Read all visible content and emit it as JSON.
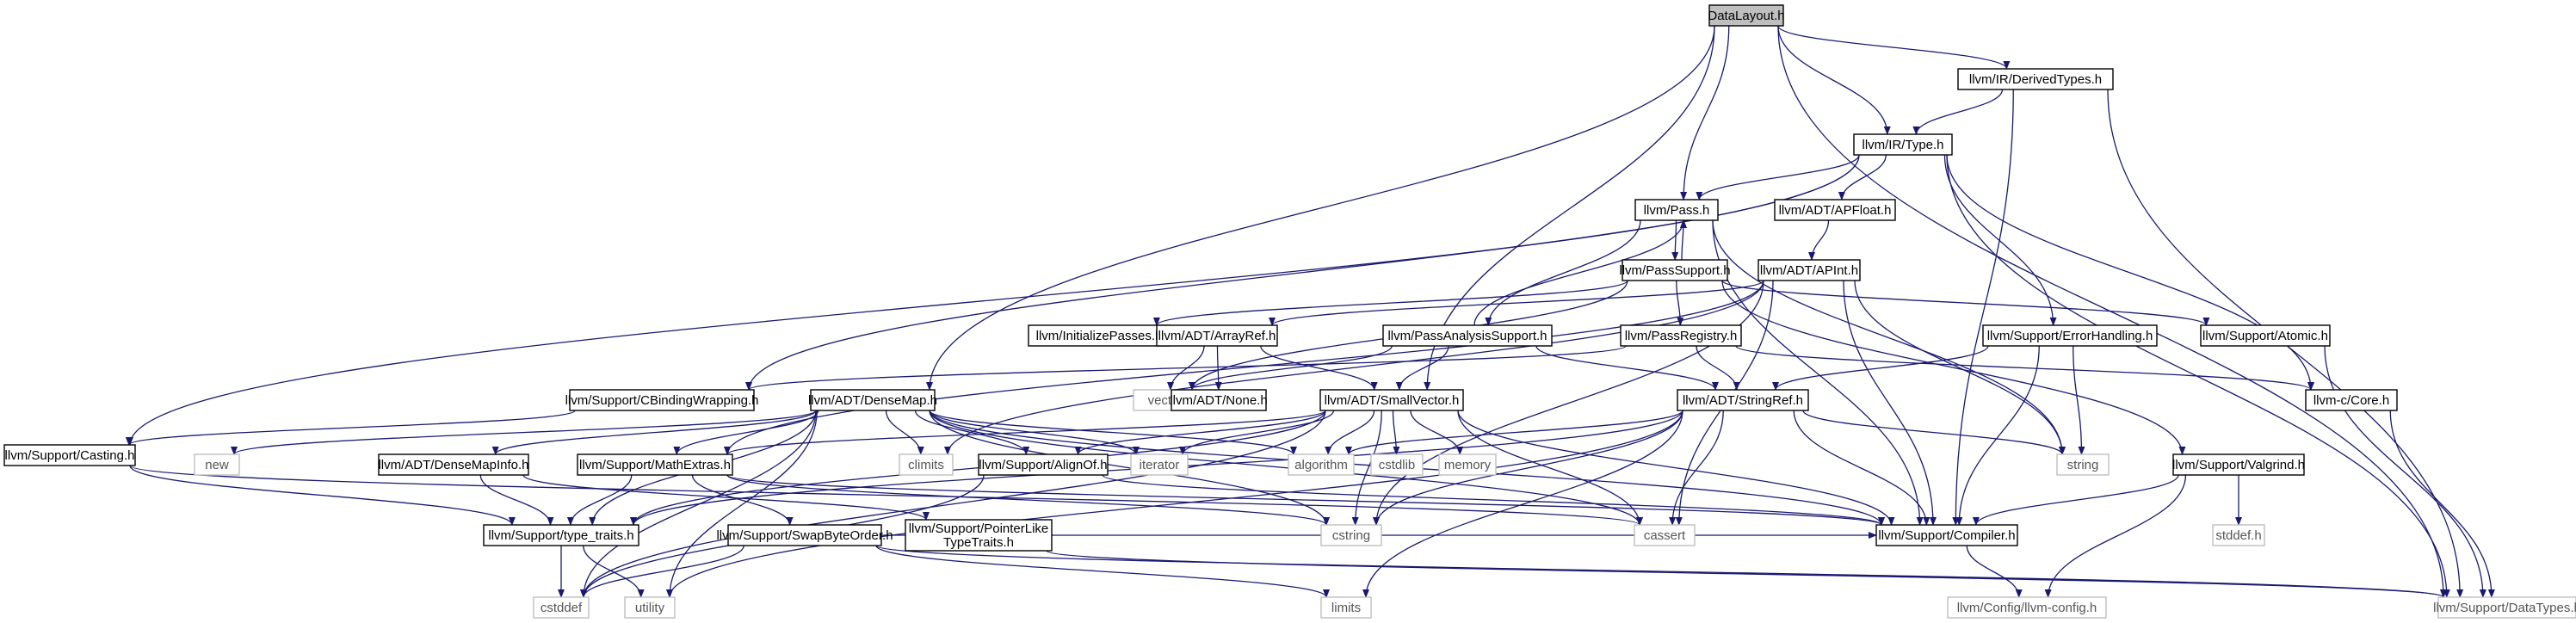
{
  "graph": {
    "root": "DataLayout.h",
    "nodes": [
      {
        "id": "DataLayout",
        "label": "DataLayout.h",
        "kind": "root"
      },
      {
        "id": "DerivedTypes",
        "label": "llvm/IR/DerivedTypes.h",
        "kind": "header"
      },
      {
        "id": "Type",
        "label": "llvm/IR/Type.h",
        "kind": "header"
      },
      {
        "id": "Pass",
        "label": "llvm/Pass.h",
        "kind": "header"
      },
      {
        "id": "APFloat",
        "label": "llvm/ADT/APFloat.h",
        "kind": "header"
      },
      {
        "id": "PassSupport",
        "label": "llvm/PassSupport.h",
        "kind": "header"
      },
      {
        "id": "APInt",
        "label": "llvm/ADT/APInt.h",
        "kind": "header"
      },
      {
        "id": "InitializePasses",
        "label": "llvm/InitializePasses.h",
        "kind": "header"
      },
      {
        "id": "ArrayRef",
        "label": "llvm/ADT/ArrayRef.h",
        "kind": "header"
      },
      {
        "id": "PassAnalysisSupport",
        "label": "llvm/PassAnalysisSupport.h",
        "kind": "header"
      },
      {
        "id": "PassRegistry",
        "label": "llvm/PassRegistry.h",
        "kind": "header"
      },
      {
        "id": "ErrorHandling",
        "label": "llvm/Support/ErrorHandling.h",
        "kind": "header"
      },
      {
        "id": "Atomic",
        "label": "llvm/Support/Atomic.h",
        "kind": "header"
      },
      {
        "id": "vector",
        "label": "vector",
        "kind": "system"
      },
      {
        "id": "None",
        "label": "llvm/ADT/None.h",
        "kind": "header"
      },
      {
        "id": "CBindingWrapping",
        "label": "llvm/Support/CBindingWrapping.h",
        "kind": "header"
      },
      {
        "id": "DenseMap",
        "label": "llvm/ADT/DenseMap.h",
        "kind": "header"
      },
      {
        "id": "SmallVector",
        "label": "llvm/ADT/SmallVector.h",
        "kind": "header"
      },
      {
        "id": "StringRef",
        "label": "llvm/ADT/StringRef.h",
        "kind": "header"
      },
      {
        "id": "Core",
        "label": "llvm-c/Core.h",
        "kind": "header"
      },
      {
        "id": "Casting",
        "label": "llvm/Support/Casting.h",
        "kind": "header"
      },
      {
        "id": "new",
        "label": "new",
        "kind": "system"
      },
      {
        "id": "DenseMapInfo",
        "label": "llvm/ADT/DenseMapInfo.h",
        "kind": "header"
      },
      {
        "id": "MathExtras",
        "label": "llvm/Support/MathExtras.h",
        "kind": "header"
      },
      {
        "id": "climits",
        "label": "climits",
        "kind": "system"
      },
      {
        "id": "AlignOf",
        "label": "llvm/Support/AlignOf.h",
        "kind": "header"
      },
      {
        "id": "iterator",
        "label": "iterator",
        "kind": "system"
      },
      {
        "id": "algorithm",
        "label": "algorithm",
        "kind": "system"
      },
      {
        "id": "cstdlib",
        "label": "cstdlib",
        "kind": "system"
      },
      {
        "id": "memory",
        "label": "memory",
        "kind": "system"
      },
      {
        "id": "string",
        "label": "string",
        "kind": "system"
      },
      {
        "id": "Valgrind",
        "label": "llvm/Support/Valgrind.h",
        "kind": "header"
      },
      {
        "id": "type_traits",
        "label": "llvm/Support/type_traits.h",
        "kind": "header"
      },
      {
        "id": "SwapByteOrder",
        "label": "llvm/Support/SwapByteOrder.h",
        "kind": "header"
      },
      {
        "id": "PointerLikeTypeTraits",
        "label": "llvm/Support/PointerLike\nTypeTraits.h",
        "kind": "header"
      },
      {
        "id": "cstring",
        "label": "cstring",
        "kind": "system"
      },
      {
        "id": "cassert",
        "label": "cassert",
        "kind": "system"
      },
      {
        "id": "Compiler",
        "label": "llvm/Support/Compiler.h",
        "kind": "header"
      },
      {
        "id": "stddef",
        "label": "stddef.h",
        "kind": "system"
      },
      {
        "id": "cstddef",
        "label": "cstddef",
        "kind": "system"
      },
      {
        "id": "utility",
        "label": "utility",
        "kind": "system"
      },
      {
        "id": "limits",
        "label": "limits",
        "kind": "system"
      },
      {
        "id": "llvm_config",
        "label": "llvm/Config/llvm-config.h",
        "kind": "system"
      },
      {
        "id": "DataTypes",
        "label": "llvm/Support/DataTypes.h",
        "kind": "system"
      }
    ],
    "edges": [
      [
        "DataLayout",
        "DerivedTypes"
      ],
      [
        "DataLayout",
        "Type"
      ],
      [
        "DataLayout",
        "Pass"
      ],
      [
        "DataLayout",
        "DenseMap"
      ],
      [
        "DataLayout",
        "SmallVector"
      ],
      [
        "DataLayout",
        "DataTypes"
      ],
      [
        "DerivedTypes",
        "Type"
      ],
      [
        "DerivedTypes",
        "Compiler"
      ],
      [
        "DerivedTypes",
        "DataTypes"
      ],
      [
        "Type",
        "APFloat"
      ],
      [
        "Type",
        "CBindingWrapping"
      ],
      [
        "Type",
        "Casting"
      ],
      [
        "Type",
        "DataTypes"
      ],
      [
        "Type",
        "ErrorHandling"
      ],
      [
        "Type",
        "Core"
      ],
      [
        "Type",
        "Pass"
      ],
      [
        "Pass",
        "PassSupport"
      ],
      [
        "Pass",
        "PassAnalysisSupport"
      ],
      [
        "Pass",
        "Compiler"
      ],
      [
        "Pass",
        "string"
      ],
      [
        "PassSupport",
        "Pass"
      ],
      [
        "PassSupport",
        "InitializePasses"
      ],
      [
        "PassSupport",
        "PassRegistry"
      ],
      [
        "PassSupport",
        "Atomic"
      ],
      [
        "PassSupport",
        "Valgrind"
      ],
      [
        "PassSupport",
        "vector"
      ],
      [
        "APFloat",
        "APInt"
      ],
      [
        "APInt",
        "ArrayRef"
      ],
      [
        "APInt",
        "MathExtras"
      ],
      [
        "APInt",
        "climits"
      ],
      [
        "APInt",
        "cstring"
      ],
      [
        "APInt",
        "string"
      ],
      [
        "APInt",
        "Compiler"
      ],
      [
        "APInt",
        "cassert"
      ],
      [
        "ArrayRef",
        "None"
      ],
      [
        "ArrayRef",
        "SmallVector"
      ],
      [
        "ArrayRef",
        "vector"
      ],
      [
        "PassAnalysisSupport",
        "Pass"
      ],
      [
        "PassAnalysisSupport",
        "SmallVector"
      ],
      [
        "PassAnalysisSupport",
        "StringRef"
      ],
      [
        "PassAnalysisSupport",
        "vector"
      ],
      [
        "PassRegistry",
        "StringRef"
      ],
      [
        "PassRegistry",
        "CBindingWrapping"
      ],
      [
        "PassRegistry",
        "Core"
      ],
      [
        "ErrorHandling",
        "StringRef"
      ],
      [
        "ErrorHandling",
        "Compiler"
      ],
      [
        "ErrorHandling",
        "string"
      ],
      [
        "Atomic",
        "DataTypes"
      ],
      [
        "CBindingWrapping",
        "Casting"
      ],
      [
        "DenseMap",
        "DenseMapInfo"
      ],
      [
        "DenseMap",
        "MathExtras"
      ],
      [
        "DenseMap",
        "AlignOf"
      ],
      [
        "DenseMap",
        "Compiler"
      ],
      [
        "DenseMap",
        "type_traits"
      ],
      [
        "DenseMap",
        "algorithm"
      ],
      [
        "DenseMap",
        "cassert"
      ],
      [
        "DenseMap",
        "climits"
      ],
      [
        "DenseMap",
        "cstddef"
      ],
      [
        "DenseMap",
        "cstring"
      ],
      [
        "DenseMap",
        "iterator"
      ],
      [
        "DenseMap",
        "new"
      ],
      [
        "DenseMap",
        "utility"
      ],
      [
        "SmallVector",
        "AlignOf"
      ],
      [
        "SmallVector",
        "Compiler"
      ],
      [
        "SmallVector",
        "MathExtras"
      ],
      [
        "SmallVector",
        "type_traits"
      ],
      [
        "SmallVector",
        "algorithm"
      ],
      [
        "SmallVector",
        "cassert"
      ],
      [
        "SmallVector",
        "cstddef"
      ],
      [
        "SmallVector",
        "cstdlib"
      ],
      [
        "SmallVector",
        "cstring"
      ],
      [
        "SmallVector",
        "iterator"
      ],
      [
        "SmallVector",
        "memory"
      ],
      [
        "StringRef",
        "type_traits"
      ],
      [
        "StringRef",
        "algorithm"
      ],
      [
        "StringRef",
        "cassert"
      ],
      [
        "StringRef",
        "cstring"
      ],
      [
        "StringRef",
        "limits"
      ],
      [
        "StringRef",
        "string"
      ],
      [
        "StringRef",
        "utility"
      ],
      [
        "StringRef",
        "Compiler"
      ],
      [
        "Core",
        "DataTypes"
      ],
      [
        "Casting",
        "type_traits"
      ],
      [
        "Casting",
        "cassert"
      ],
      [
        "DenseMapInfo",
        "PointerLikeTypeTraits"
      ],
      [
        "DenseMapInfo",
        "type_traits"
      ],
      [
        "MathExtras",
        "Compiler"
      ],
      [
        "MathExtras",
        "SwapByteOrder"
      ],
      [
        "MathExtras",
        "type_traits"
      ],
      [
        "MathExtras",
        "cstring"
      ],
      [
        "AlignOf",
        "Compiler"
      ],
      [
        "AlignOf",
        "cstddef"
      ],
      [
        "Valgrind",
        "Compiler"
      ],
      [
        "Valgrind",
        "llvm_config"
      ],
      [
        "Valgrind",
        "stddef"
      ],
      [
        "type_traits",
        "cstddef"
      ],
      [
        "type_traits",
        "utility"
      ],
      [
        "SwapByteOrder",
        "Compiler"
      ],
      [
        "SwapByteOrder",
        "DataTypes"
      ],
      [
        "SwapByteOrder",
        "cstddef"
      ],
      [
        "SwapByteOrder",
        "limits"
      ],
      [
        "PointerLikeTypeTraits",
        "DataTypes"
      ],
      [
        "Compiler",
        "llvm_config"
      ]
    ]
  }
}
